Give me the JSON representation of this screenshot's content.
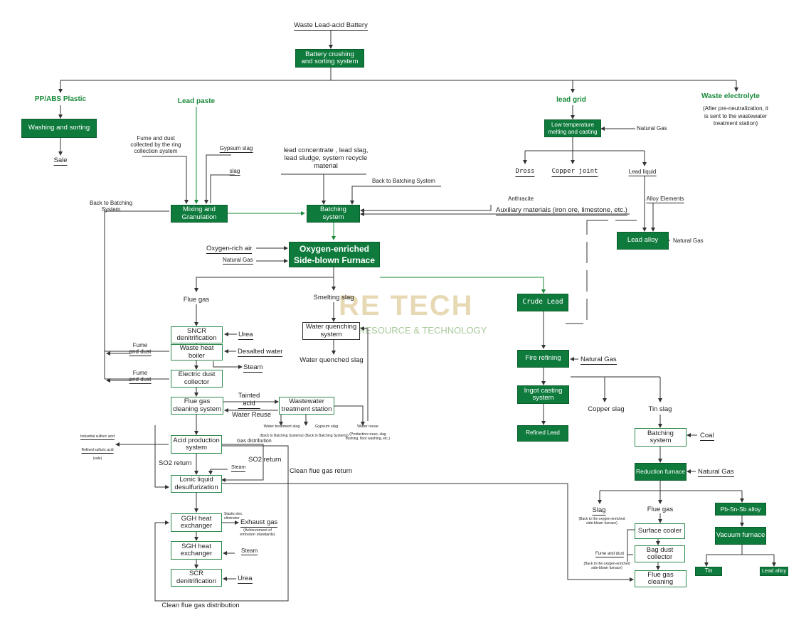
{
  "title_input": "Waste Lead-acid Battery",
  "watermark": {
    "name": "RE TECH",
    "tagline": "RESOURCE & TECHNOLOGY"
  },
  "boxes": {
    "crushing": "Battery crushing\nand sorting system",
    "washing": "Washing and sorting",
    "mixing": "Mixing and\nGranulation",
    "batching": "Batching\nsystem",
    "furnace": "Oxygen-enriched\nSide-blown Furnace",
    "low_temp": "Low temperature\nmelting and casting",
    "lead_alloy": "Lead alloy",
    "crude_lead": "Crude Lead",
    "fire_refining": "Fire refining",
    "ingot": "Ingot casting\nsystem",
    "refined": "Refined Lead",
    "sncr": "SNCR\ndenitrification",
    "whb": "Waste heat\nboiler",
    "edc": "Electric dust\ncollector",
    "fgcs": "Flue gas\ncleaning system",
    "wts": "Wastewater\ntreatment station",
    "acid": "Acid production\nsystem",
    "ionic": "Lonic liquid\ndesulfurization",
    "ggh": "GGH heat\nexchanger",
    "sgh": "SGH heat\nexchanger",
    "scr": "SCR\ndenitrification",
    "water_q": "Water quenching\nsystem",
    "batch2": "Batching\nsystem",
    "reduction": "Reduction furnace",
    "pbsnsb": "Pb-Sn-Sb alloy",
    "vacuum": "Vacuum furnace",
    "surface": "Surface cooler",
    "bag": "Bag dust\ncollector",
    "fgc": "Flue gas\ncleaning",
    "tin": "Tin",
    "lead_alloy2": "Lead alloy",
    "dross": "Dross",
    "copper_joint": "Copper joint"
  },
  "labels": {
    "pp_abs": "PP/ABS Plastic",
    "lead_paste": "Lead paste",
    "lead_grid": "lead grid",
    "waste_electrolyte": "Waste electrolyte",
    "electrolyte_note": "(After pre-neutralization, it\nis sent to the wastewater\ntreatment station)",
    "sale": "Sale",
    "fume_ring": "Fume and dust\ncollected by the ring\ncollection system",
    "gypsum_slag": "Gypsum slag",
    "slag": "slag",
    "lead_concentrate": "lead concentrate , lead slag,\nlead sludge, system recycle\nmaterial",
    "back_batching_top": "Back to Batching System",
    "back_batching_left": "Back to Batching\nSystem",
    "natural_gas_lowtemp": "Natural Gas",
    "lead_liquid": "Lead liquid",
    "alloy_elements": "Alloy Elements",
    "anthracite": "Anthracite",
    "auxiliary": "Auxiliary materials (iron ore, limestone, etc.)",
    "natural_gas_alloy": "Natural Gas",
    "oxygen_air": "Oxygen-rich air",
    "natural_gas_furnace": "Natural Gas",
    "flue_gas": "Flue gas",
    "smelting_slag": "Smelting slag",
    "water_quenched_slag": "Water quenched slag",
    "urea1": "Urea",
    "desalted_water": "Desalted water",
    "steam1": "Steam",
    "fume_dust1": "Fume\nand dust",
    "fume_dust2": "Fume\nand dust",
    "tainted_acid": "Tainted\nacid",
    "water_reuse": "Water Reuse",
    "wt_slag": "Water treatment slag",
    "wt_slag_note": "(Back to Batching Systems)",
    "gypsum_slag2": "Gypsum slag",
    "gypsum_note": "(Back to Batching Systems)",
    "water_reuse2": "Water reuse",
    "water_reuse_note": "(Production reuse, slag\nflushing, floor washing, etc.)",
    "industrial_acid": "Industrial sulfuric acid",
    "refined_acid": "Refined sulfuric acid",
    "sale_acid": "(sale)",
    "gas_distribution": "Gas distribution",
    "so2_return1": "SO2 return",
    "so2_return2": "SO2 return",
    "steam2": "Steam",
    "clean_flue_return": "Clean flue gas return",
    "static_eliminator": "Stastic elec\neliminator",
    "exhaust_gas": "Exhaust gas",
    "exhaust_note": "(Achievement of\nemission standards)",
    "steam3": "Steam",
    "urea2": "Urea",
    "clean_flue_dist": "Clean flue gas distribution",
    "natural_gas_fire": "Natural Gas",
    "copper_slag": "Copper slag",
    "tin_slag": "Tin slag",
    "coal": "Coal",
    "natural_gas_red": "Natural Gas",
    "slag2": "Slag",
    "slag2_note": "(Back to the oxygen-enriched\nside-blown furnace)",
    "flue_gas2": "Flue gas",
    "fume_dust3": "Fume and dust",
    "fume_note": "(Back to the oxygen-enriched\nside-blown furnace)"
  },
  "colors": {
    "box_green": "#0e7a3c",
    "title_green": "#1a8a3a",
    "line": "#333333"
  }
}
